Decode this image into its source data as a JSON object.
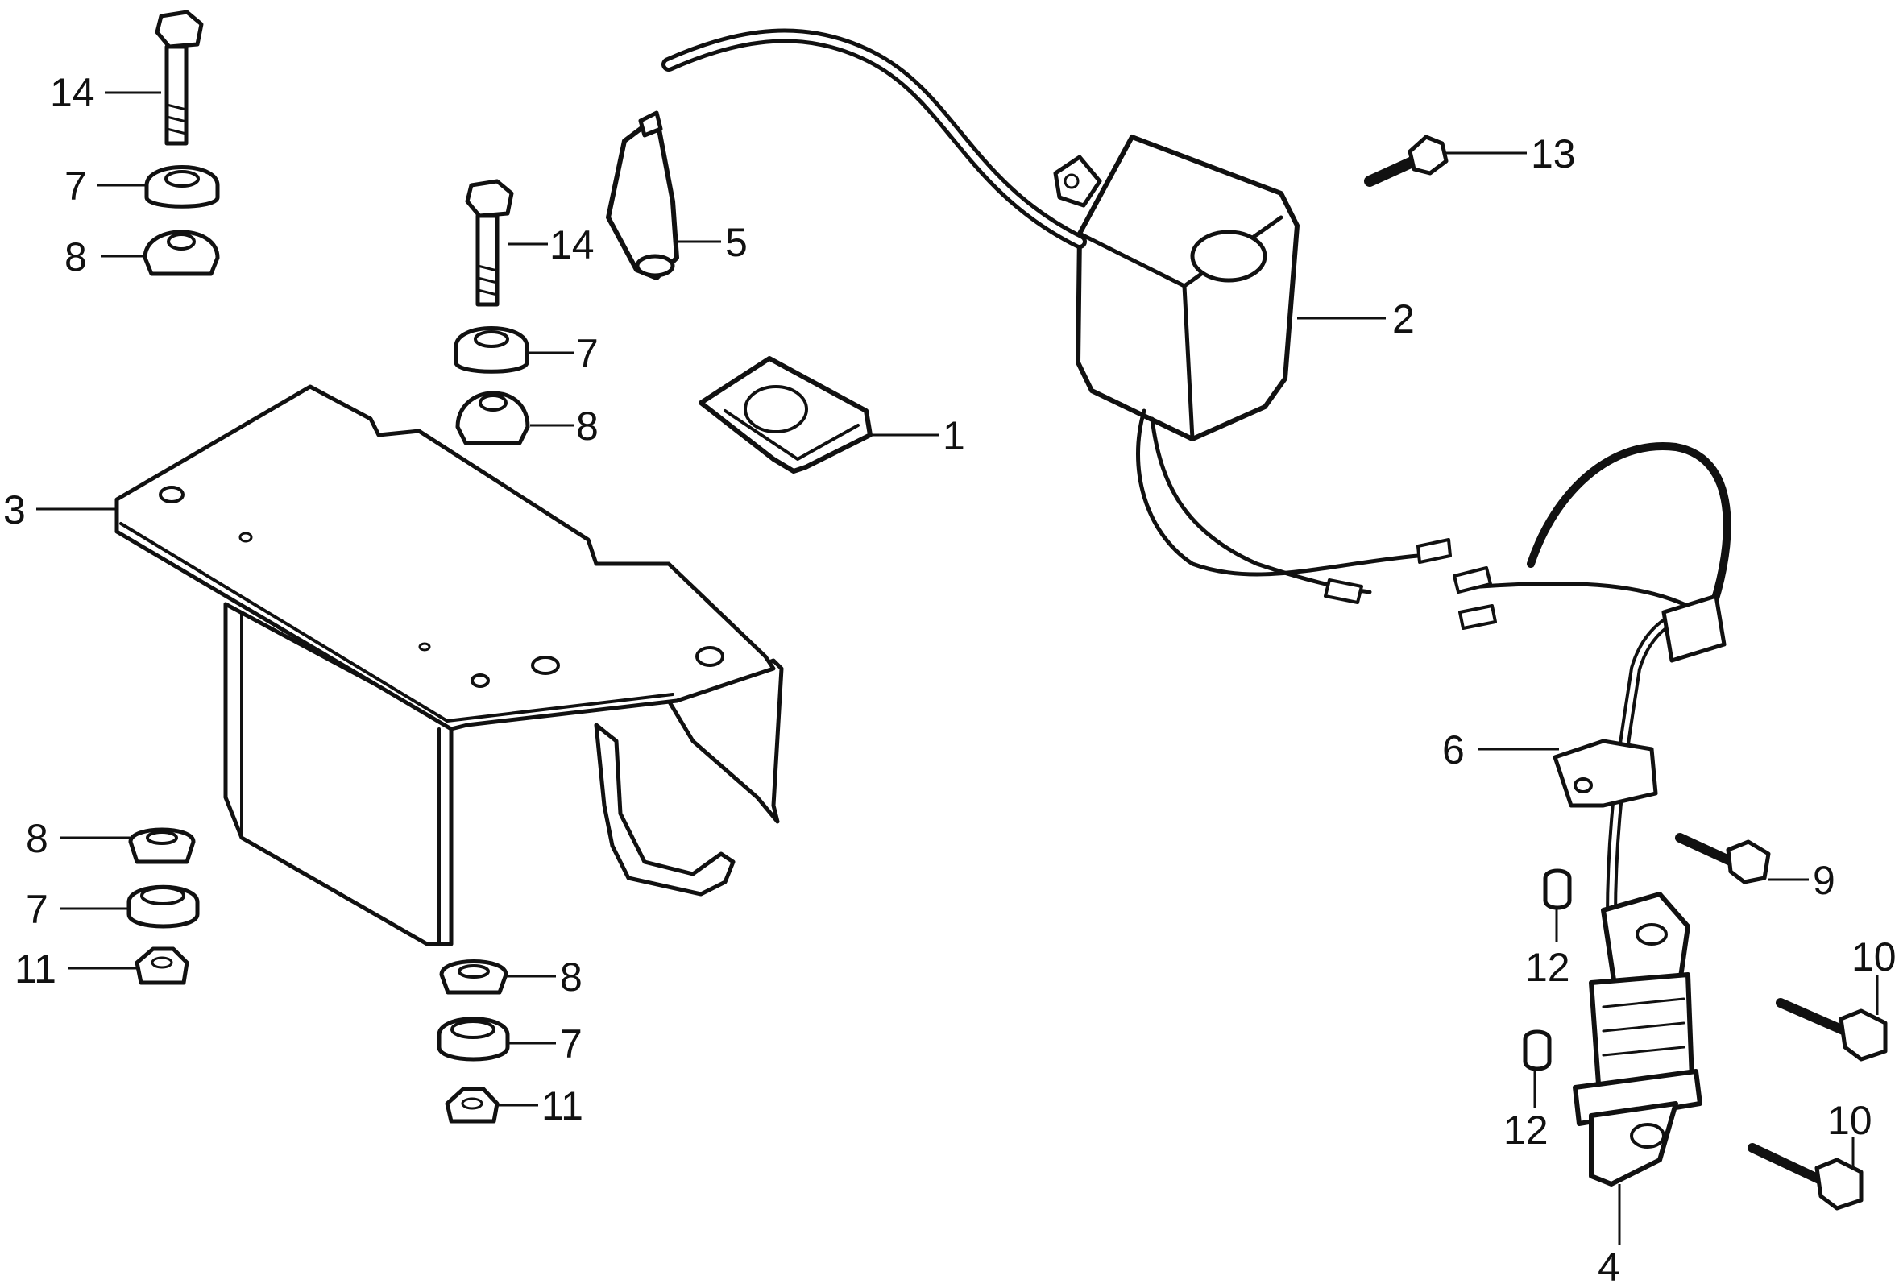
{
  "diagram": {
    "kind": "exploded parts diagram",
    "callouts": [
      {
        "key": "c14a",
        "text": "14"
      },
      {
        "key": "c7a",
        "text": "7"
      },
      {
        "key": "c8a",
        "text": "8"
      },
      {
        "key": "c14b",
        "text": "14"
      },
      {
        "key": "c7b",
        "text": "7"
      },
      {
        "key": "c8b",
        "text": "8"
      },
      {
        "key": "c5",
        "text": "5"
      },
      {
        "key": "c1",
        "text": "1"
      },
      {
        "key": "c2",
        "text": "2"
      },
      {
        "key": "c3",
        "text": "3"
      },
      {
        "key": "c13",
        "text": "13"
      },
      {
        "key": "c6",
        "text": "6"
      },
      {
        "key": "c9",
        "text": "9"
      },
      {
        "key": "c10a",
        "text": "10"
      },
      {
        "key": "c10b",
        "text": "10"
      },
      {
        "key": "c12a",
        "text": "12"
      },
      {
        "key": "c12b",
        "text": "12"
      },
      {
        "key": "c4",
        "text": "4"
      },
      {
        "key": "c8c",
        "text": "8"
      },
      {
        "key": "c7c",
        "text": "7"
      },
      {
        "key": "c11a",
        "text": "11"
      },
      {
        "key": "c8d",
        "text": "8"
      },
      {
        "key": "c7d",
        "text": "7"
      },
      {
        "key": "c11b",
        "text": "11"
      }
    ]
  }
}
